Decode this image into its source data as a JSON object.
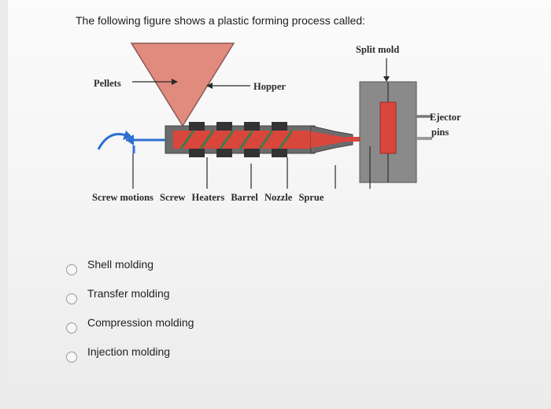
{
  "question": {
    "text": "The following figure shows a plastic forming process called:"
  },
  "figure": {
    "labels": {
      "split_mold": "Split mold",
      "pellets": "Pellets",
      "hopper": "Hopper",
      "ejector_line1": "Ejector",
      "ejector_line2": "pins"
    },
    "bottom_labels": [
      "Screw motions",
      "Screw",
      "Heaters",
      "Barrel",
      "Nozzle",
      "Sprue"
    ]
  },
  "options": [
    {
      "label": "Shell molding"
    },
    {
      "label": "Transfer molding"
    },
    {
      "label": "Compression molding"
    },
    {
      "label": "Injection molding"
    }
  ]
}
